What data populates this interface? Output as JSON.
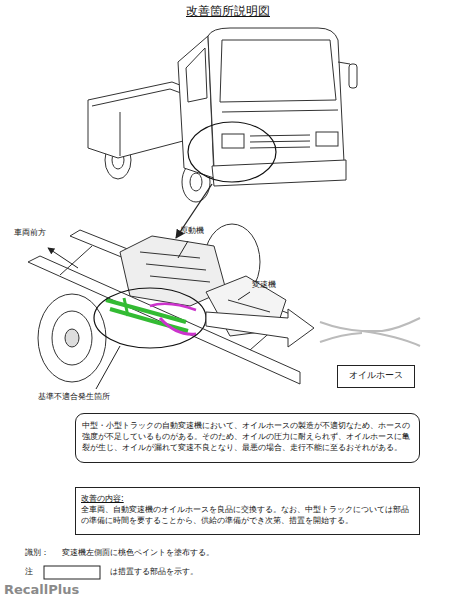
{
  "diagram": {
    "title": "改善箇所説明図",
    "nodes": [
      {
        "text": [
          "オイルホース"
        ]
      },
      {
        "text": [
          "中型・小型トラックの自動変速機において、オイルホースの製造が不適切なため、ホースの強度が不足しているものがある。そのため、オイルの圧力に耐えられず、オイルホースに亀裂が生じ、オイルが漏れて変速不良となり、最悪の場合、走行不能に至るおそれがある。"
        ]
      },
      {
        "text": [
          "改善の内容:",
          "全車両、自動変速機のオイルホースを良品に交換する。なお、中型トラックについては部品の準備に時間を要することから、供給の準備ができ次第、措置を開始する。"
        ]
      }
    ],
    "labels": [
      "車両前方",
      "原動機",
      "変速機",
      "基準不適合発生箇所",
      "識別：",
      "変速機左側面に桃色ペイントを塗布する。",
      "注",
      "は措置する部品を示す。",
      "RecallPlus"
    ]
  }
}
